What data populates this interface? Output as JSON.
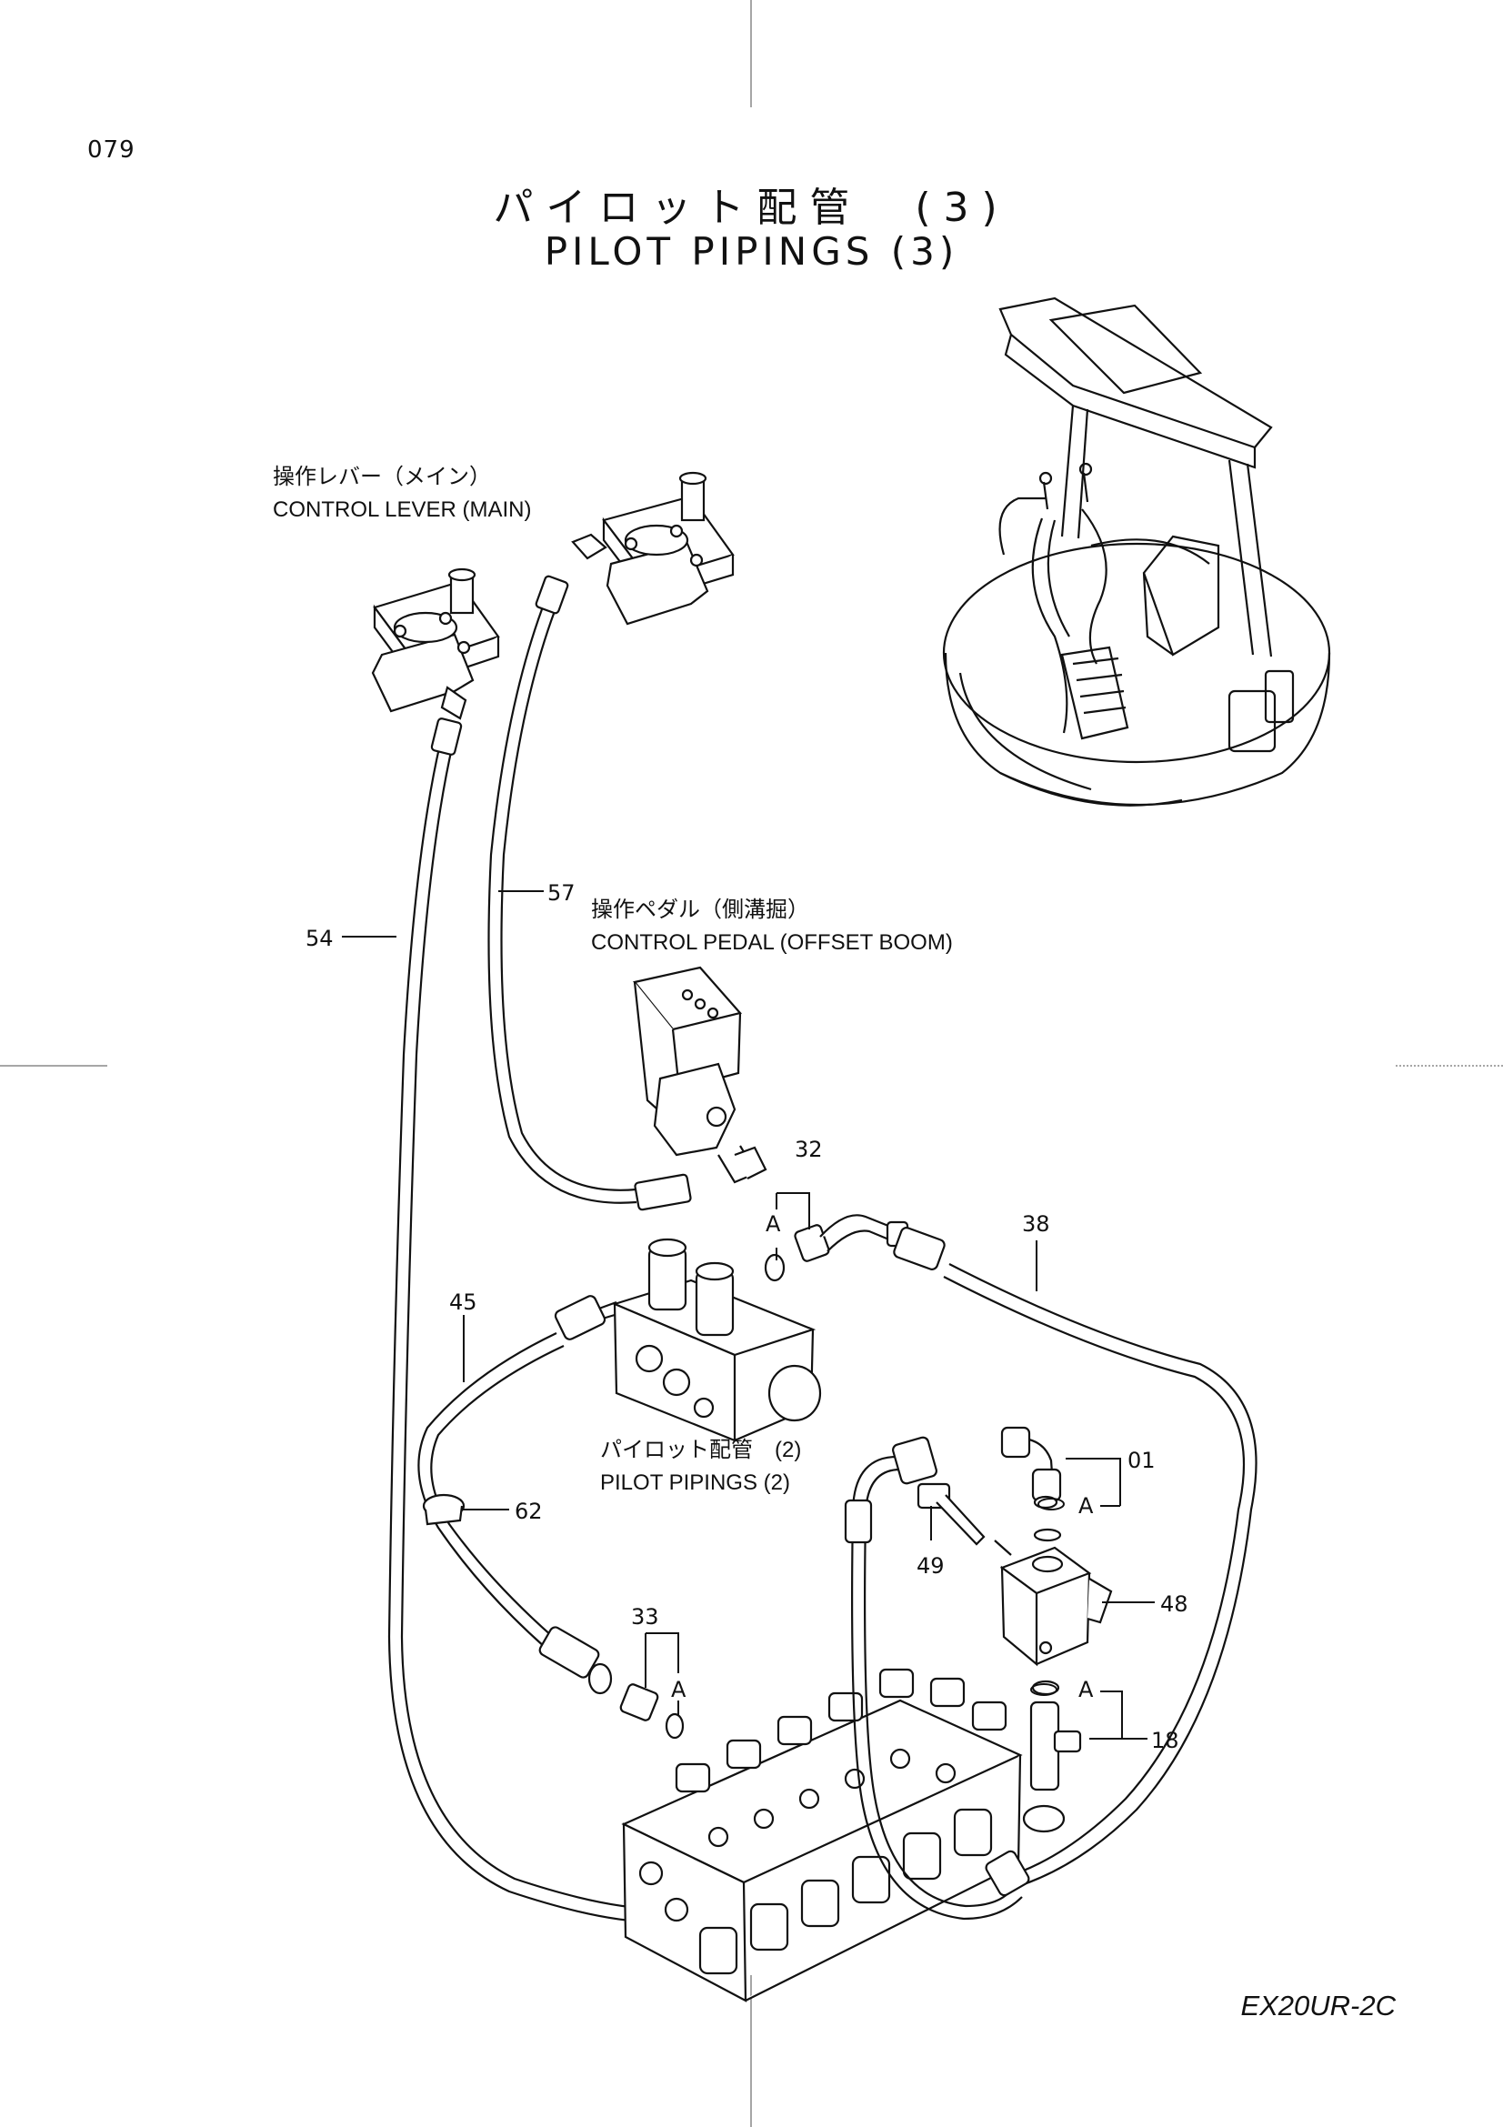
{
  "page": {
    "number": "079",
    "title_jp": "パイロット配管　(3)",
    "title_en": "PILOT PIPINGS (3)",
    "model": "EX20UR-2C"
  },
  "labels": {
    "control_lever_jp": "操作レバー（メイン）",
    "control_lever_en": "CONTROL LEVER (MAIN)",
    "control_pedal_jp": "操作ペダル（側溝掘）",
    "control_pedal_en": "CONTROL PEDAL (OFFSET BOOM)",
    "pilot_pipings2_jp": "パイロット配管　(2)",
    "pilot_pipings2_en": "PILOT PIPINGS (2)"
  },
  "callouts": {
    "p54": "54",
    "p57": "57",
    "p32": "32",
    "p38": "38",
    "p45": "45",
    "p62": "62",
    "p33": "33",
    "p01": "01",
    "p49": "49",
    "p48": "48",
    "p18": "18",
    "a": "A"
  }
}
